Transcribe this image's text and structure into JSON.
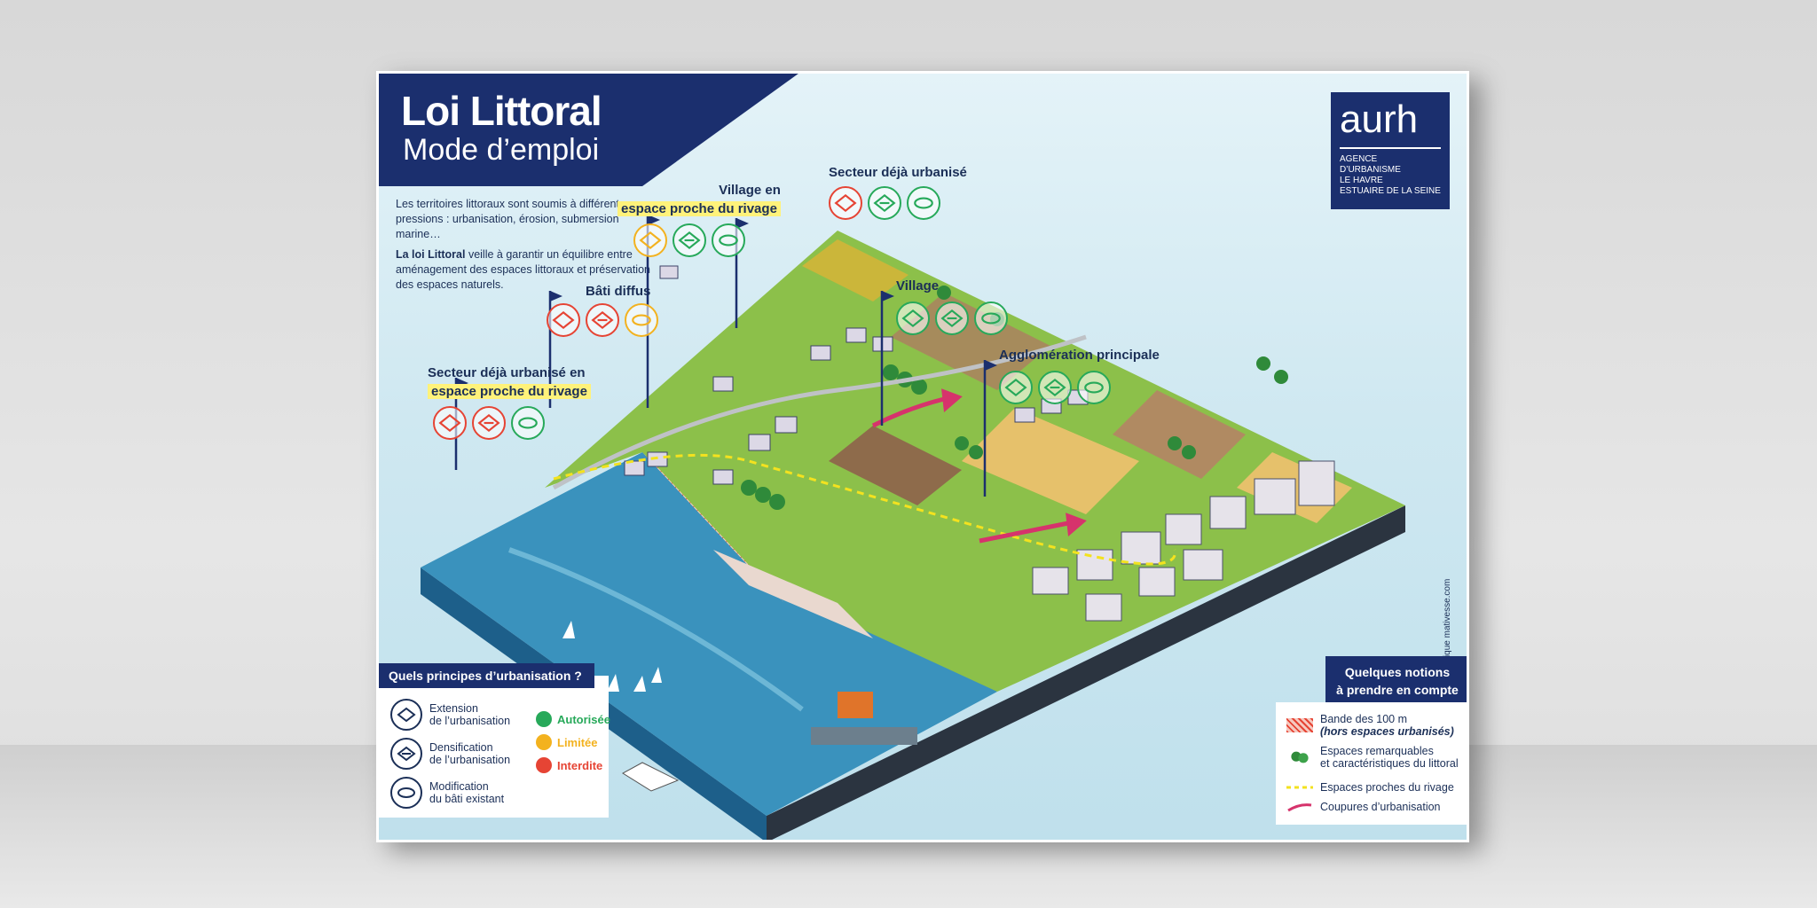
{
  "header": {
    "title": "Loi Littoral",
    "subtitle": "Mode d’emploi"
  },
  "intro": {
    "p1": "Les territoires littoraux sont soumis à différentes pressions : urbanisation, érosion, submersion marine…",
    "p2_bold": "La loi Littoral",
    "p2_rest": " veille à garantir un équilibre entre aménagement des espaces littoraux et préservation des espaces naturels."
  },
  "logo": {
    "name": "aurh",
    "lines": [
      "AGENCE",
      "D’URBANISME",
      "LE HAVRE",
      "ESTUAIRE DE LA SEINE"
    ]
  },
  "credit": "Conception graphique  mativesse.com",
  "flags": [
    {
      "label": "Secteur déjà urbanisé en",
      "label2": "espace proche du rivage",
      "states": [
        "red",
        "red",
        "green"
      ]
    },
    {
      "label": "Bâti diffus",
      "label2": "",
      "states": [
        "red",
        "red",
        "orange"
      ]
    },
    {
      "label": "Village en",
      "label2": "espace proche du rivage",
      "states": [
        "orange",
        "green",
        "green"
      ]
    },
    {
      "label": "Secteur déjà urbanisé",
      "label2": "",
      "states": [
        "red",
        "green",
        "green"
      ]
    },
    {
      "label": "Village",
      "label2": "",
      "states": [
        "green",
        "green",
        "green"
      ]
    },
    {
      "label": "Agglomération principale",
      "label2": "",
      "states": [
        "green",
        "green",
        "green"
      ]
    }
  ],
  "principles": {
    "heading": "Quels principes d’urbanisation ?",
    "items": [
      {
        "line1": "Extension",
        "line2": "de l’urbanisation"
      },
      {
        "line1": "Densification",
        "line2": "de l’urbanisation"
      },
      {
        "line1": "Modification",
        "line2": "du bâti existant"
      }
    ],
    "statuses": [
      {
        "label": "Autorisée",
        "color": "#27a95a"
      },
      {
        "label": "Limitée",
        "color": "#f3b21f"
      },
      {
        "label": "Interdite",
        "color": "#e64434"
      }
    ]
  },
  "notions": {
    "heading1": "Quelques notions",
    "heading2": "à prendre en compte",
    "items": [
      {
        "line1": "Bande des 100 m",
        "line2": "(hors espaces urbanisés)"
      },
      {
        "line1": "Espaces remarquables",
        "line2": "et caractéristiques du littoral"
      },
      {
        "line1": "Espaces proches du rivage",
        "line2": ""
      },
      {
        "line1": "Coupures d’urbanisation",
        "line2": ""
      }
    ]
  },
  "colors": {
    "navy": "#1b2f6e",
    "green": "#27a95a",
    "orange": "#f3b21f",
    "red": "#e64434"
  }
}
